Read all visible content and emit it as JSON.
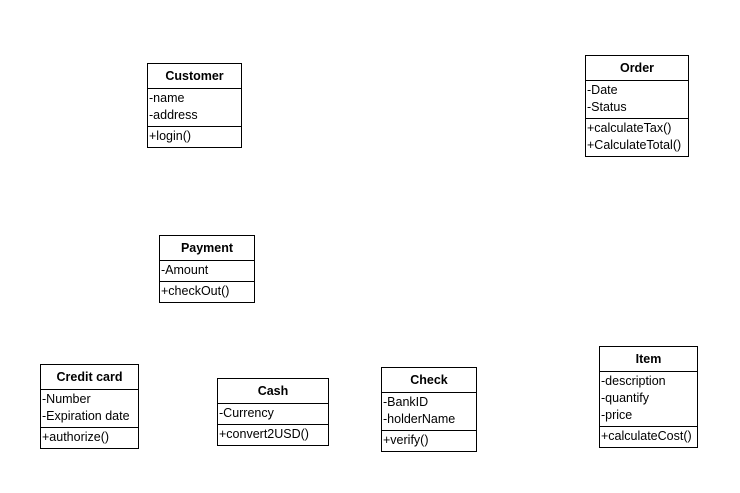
{
  "classes": [
    {
      "id": "customer",
      "name": "Customer",
      "attributes": [
        "-name",
        "-address"
      ],
      "operations": [
        "+login()"
      ]
    },
    {
      "id": "order",
      "name": "Order",
      "attributes": [
        "-Date",
        "-Status"
      ],
      "operations": [
        "+calculateTax()",
        "+CalculateTotal()"
      ]
    },
    {
      "id": "payment",
      "name": "Payment",
      "attributes": [
        "-Amount"
      ],
      "operations": [
        "+checkOut()"
      ]
    },
    {
      "id": "credit-card",
      "name": "Credit card",
      "attributes": [
        "-Number",
        "-Expiration date"
      ],
      "operations": [
        "+authorize()"
      ]
    },
    {
      "id": "cash",
      "name": "Cash",
      "attributes": [
        "-Currency"
      ],
      "operations": [
        "+convert2USD()"
      ]
    },
    {
      "id": "check",
      "name": "Check",
      "attributes": [
        "-BankID",
        "-holderName"
      ],
      "operations": [
        "+verify()"
      ]
    },
    {
      "id": "item",
      "name": "Item",
      "attributes": [
        "-description",
        "-quantify",
        "-price"
      ],
      "operations": [
        "+calculateCost()"
      ]
    }
  ]
}
